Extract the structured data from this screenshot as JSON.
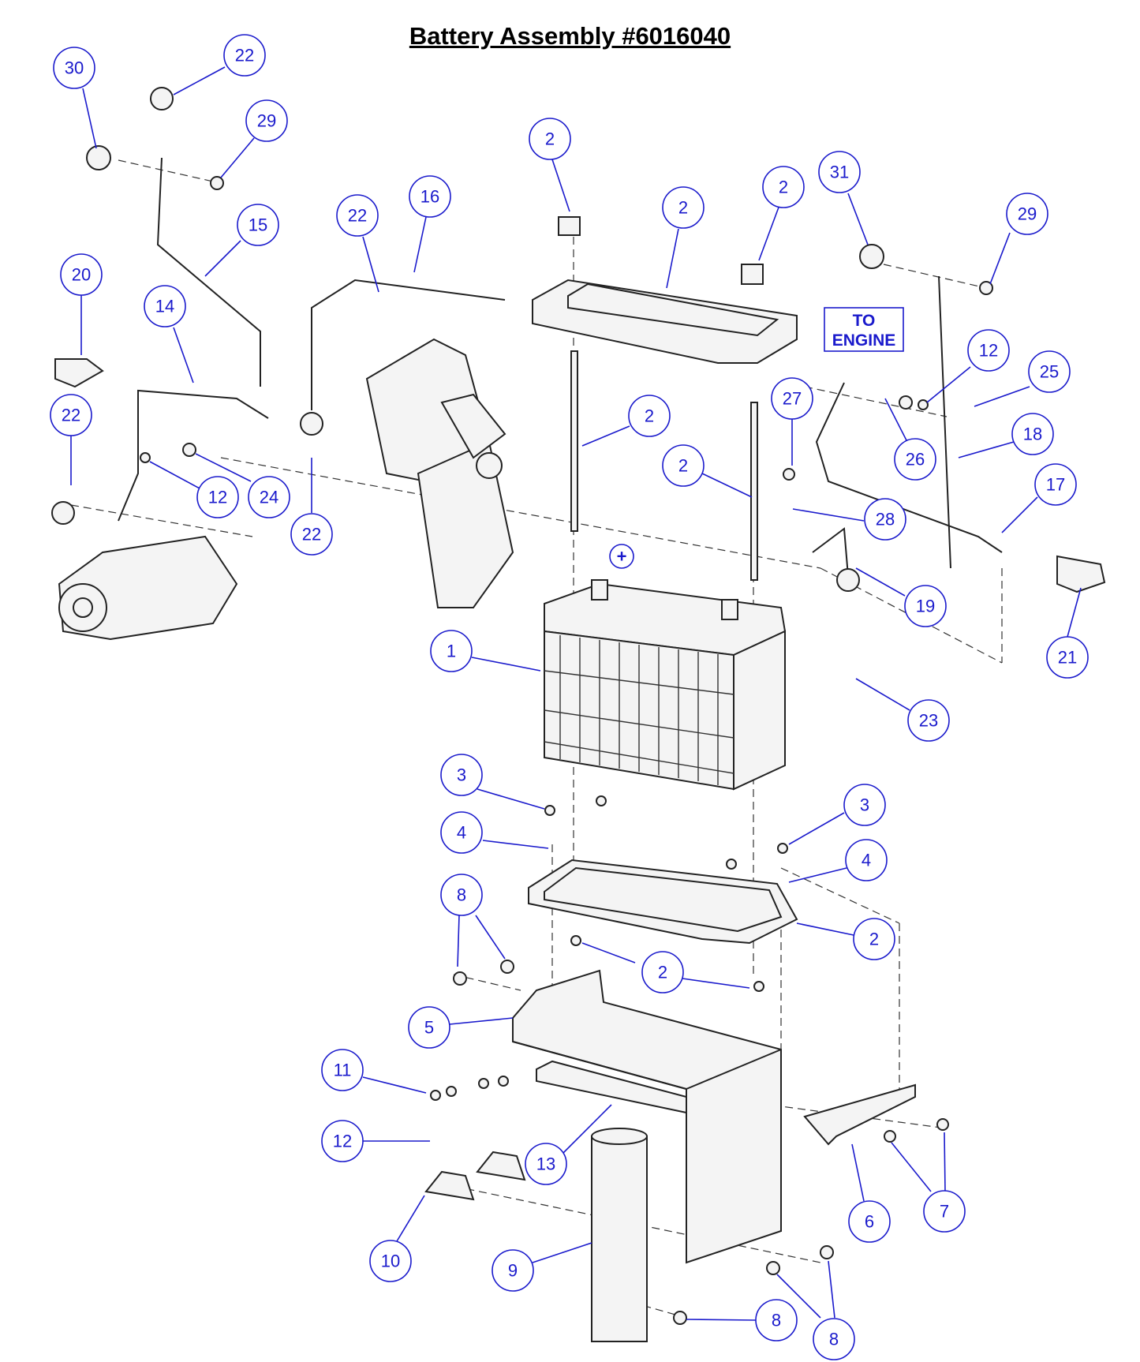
{
  "title": "Battery Assembly #6016040",
  "to_engine": {
    "line1": "TO",
    "line2": "ENGINE"
  },
  "positive_symbol": "+",
  "callouts": [
    "30",
    "22",
    "29",
    "15",
    "22",
    "16",
    "2",
    "2",
    "2",
    "31",
    "29",
    "20",
    "14",
    "22",
    "12",
    "24",
    "22",
    "12",
    "25",
    "27",
    "26",
    "18",
    "28",
    "17",
    "19",
    "21",
    "2",
    "2",
    "1",
    "23",
    "3",
    "3",
    "4",
    "4",
    "2",
    "8",
    "2",
    "5",
    "11",
    "12",
    "13",
    "10",
    "9",
    "6",
    "7",
    "8",
    "8"
  ],
  "colors": {
    "callout": "#1a1acc",
    "line": "#222222"
  }
}
